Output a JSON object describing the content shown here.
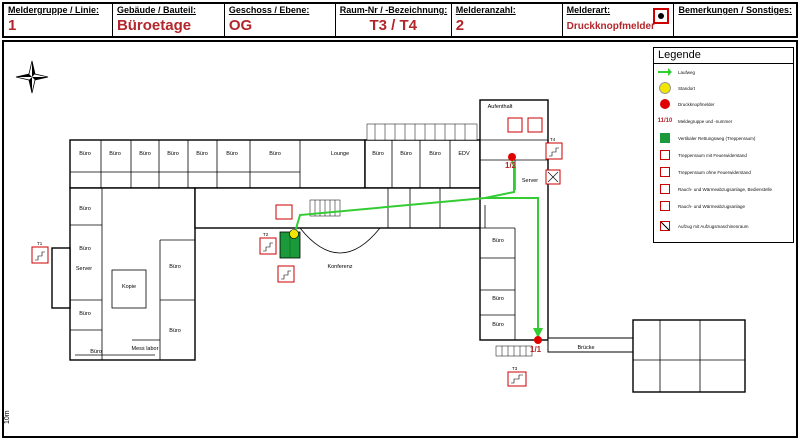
{
  "header": {
    "meldergruppe": {
      "label": "Meldergruppe / Linie:",
      "value": "1"
    },
    "gebaeude": {
      "label": "Gebäude / Bauteil:",
      "value": "Büroetage"
    },
    "geschoss": {
      "label": "Geschoss / Ebene:",
      "value": "OG"
    },
    "raum": {
      "label": "Raum-Nr / -Bezeichnung:",
      "value": "T3 / T4"
    },
    "melderanzahl": {
      "label": "Melderanzahl:",
      "value": "2"
    },
    "melderart": {
      "label": "Melderart:",
      "value": "Druckknopfmelder"
    },
    "bemerkungen": {
      "label": "Bemerkungen / Sonstiges:",
      "value": ""
    }
  },
  "legend": {
    "title": "Legende",
    "items": [
      {
        "label": "Laufweg"
      },
      {
        "label": "Standort"
      },
      {
        "label": "Druckknopfmelder"
      },
      {
        "code": "11/10",
        "label": "Meldegruppe und -nummer"
      },
      {
        "label": "Vertikaler Rettungsweg (Treppenraum)"
      },
      {
        "label": "Treppenraum mit Feuerwiderstand"
      },
      {
        "label": "Treppenraum ohne Feuerwiderstand"
      },
      {
        "label": "Rauch- und Wärmeabzugsanlage, Bedienstelle"
      },
      {
        "label": "Rauch- und Wärmeabzugsanlage"
      },
      {
        "label": "Aufzug mit Aufzugsmaschinenraum"
      }
    ]
  },
  "rooms": [
    {
      "label": "Büro"
    },
    {
      "label": "Büro"
    },
    {
      "label": "Büro"
    },
    {
      "label": "Büro"
    },
    {
      "label": "Büro"
    },
    {
      "label": "Büro"
    },
    {
      "label": "Büro"
    },
    {
      "label": "Lounge"
    },
    {
      "label": "Büro"
    },
    {
      "label": "Büro"
    },
    {
      "label": "Büro"
    },
    {
      "label": "EDV"
    },
    {
      "label": "Aufenthalt"
    },
    {
      "label": "Server"
    },
    {
      "label": "Büro"
    },
    {
      "label": "Büro"
    },
    {
      "label": "Kopie"
    },
    {
      "label": "Büro"
    },
    {
      "label": "Büro"
    },
    {
      "label": "Büro"
    },
    {
      "label": "Büro"
    },
    {
      "label": "Mess labor"
    },
    {
      "label": "Server"
    },
    {
      "label": "Konferenz"
    },
    {
      "label": "Büro"
    },
    {
      "label": "Büro"
    },
    {
      "label": "Büro"
    },
    {
      "label": "Brücke"
    }
  ],
  "stair_labels": {
    "t1": "T1",
    "t2": "T2",
    "t3": "T3",
    "t4": "T4"
  },
  "melder": {
    "m1": "1/2",
    "m2": "1/1"
  },
  "scale": "10m",
  "colors": {
    "accent": "#b3262b",
    "route": "#33cc33",
    "stair": "#1a9a3a",
    "melder": "#e00000",
    "standort": "#f2e600"
  }
}
